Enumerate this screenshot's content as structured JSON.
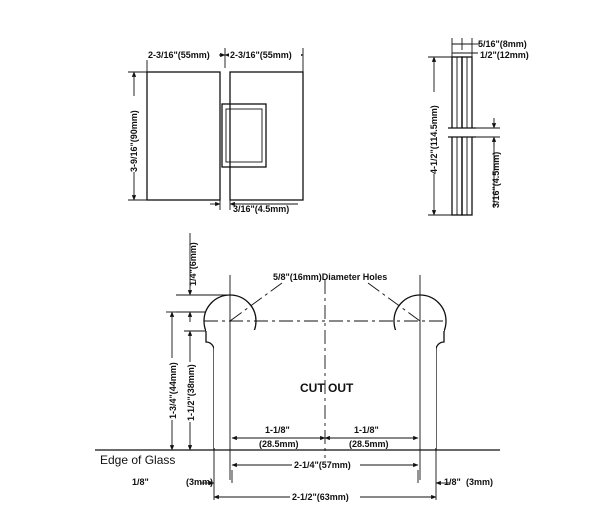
{
  "front_view": {
    "width_left": "2-3/16\"(55mm)",
    "width_right": "2-3/16\"(55mm)",
    "height": "3-9/16\"(90mm)",
    "gap": "3/16\"(4.5mm)"
  },
  "side_view": {
    "thickness_outer": "5/16\"(8mm)",
    "thickness_inner": "1/2\"(12mm)",
    "height": "4-1/2\"(114.5mm)",
    "gap": "3/16\"(4.5mm)"
  },
  "cutout_view": {
    "top_offset": "1/4\"(6mm)",
    "holes_label": "5/8\"(16mm)Diameter Holes",
    "center_label": "CUT OUT",
    "depth_outer": "1-3/4\"(44mm)",
    "depth_inner": "1-1/2\"(38mm)",
    "half_left_top": "1-1/8\"",
    "half_left_bottom": "(28.5mm)",
    "half_right_top": "1-1/8\"",
    "half_right_bottom": "(28.5mm)",
    "inner_width": "2-1/4\"(57mm)",
    "edge_label": "Edge of Glass",
    "margin_left_in": "1/8\"",
    "margin_left_mm": "(3mm)",
    "margin_right_in": "1/8\"",
    "margin_right_mm": "(3mm)",
    "overall_width": "2-1/2\"(63mm)"
  }
}
